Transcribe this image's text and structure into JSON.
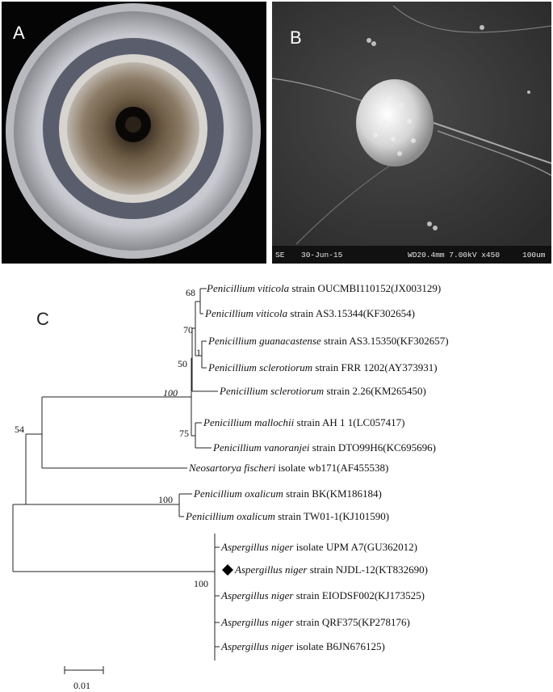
{
  "panels": {
    "a": {
      "label": "A"
    },
    "b": {
      "label": "B",
      "sem_info": {
        "mode": "SE",
        "date": "30-Jun-15",
        "params": "WD20.4mm 7.00kV x450",
        "scale": "100um"
      }
    },
    "c": {
      "label": "C"
    }
  },
  "tree": {
    "taxa": [
      {
        "genus": "Penicillium viticola",
        "rest": " strain OUCMBI110152(JX003129)"
      },
      {
        "genus": "Penicillium viticola",
        "rest": " strain AS3.15344(KF302654)"
      },
      {
        "genus": "Penicillium guanacastense",
        "rest": " strain AS3.15350(KF302657)"
      },
      {
        "genus": "Penicillium sclerotiorum",
        "rest": " strain FRR 1202(AY373931)"
      },
      {
        "genus": "Penicillium sclerotiorum",
        "rest": " strain 2.26(KM265450)"
      },
      {
        "genus": "Penicillium mallochii",
        "rest": " strain AH 1 1(LC057417)"
      },
      {
        "genus": "Penicillium vanoranjei",
        "rest": " strain DTO99H6(KC695696)"
      },
      {
        "genus": "Neosartorya fischeri",
        "rest": " isolate wb171(AF455538)"
      },
      {
        "genus": "Penicillium oxalicum",
        "rest": " strain BK(KM186184)"
      },
      {
        "genus": "Penicillium oxalicum",
        "rest": " strain TW01-1(KJ101590)"
      },
      {
        "genus": "Aspergillus niger",
        "rest": " isolate UPM A7(GU362012)"
      },
      {
        "genus": "Aspergillus niger",
        "rest": " strain NJDL-12(KT832690)"
      },
      {
        "genus": "Aspergillus niger",
        "rest": " strain EIODSF002(KJ173525)"
      },
      {
        "genus": "Aspergillus niger",
        "rest": " strain QRF375(KP278176)"
      },
      {
        "genus": "Aspergillus niger",
        "rest": " isolate B6JN676125)"
      }
    ],
    "bootstrap": [
      "68",
      "70",
      "1",
      "50",
      "100",
      "75",
      "54",
      "100",
      "100"
    ],
    "scale_bar": "0.01"
  }
}
